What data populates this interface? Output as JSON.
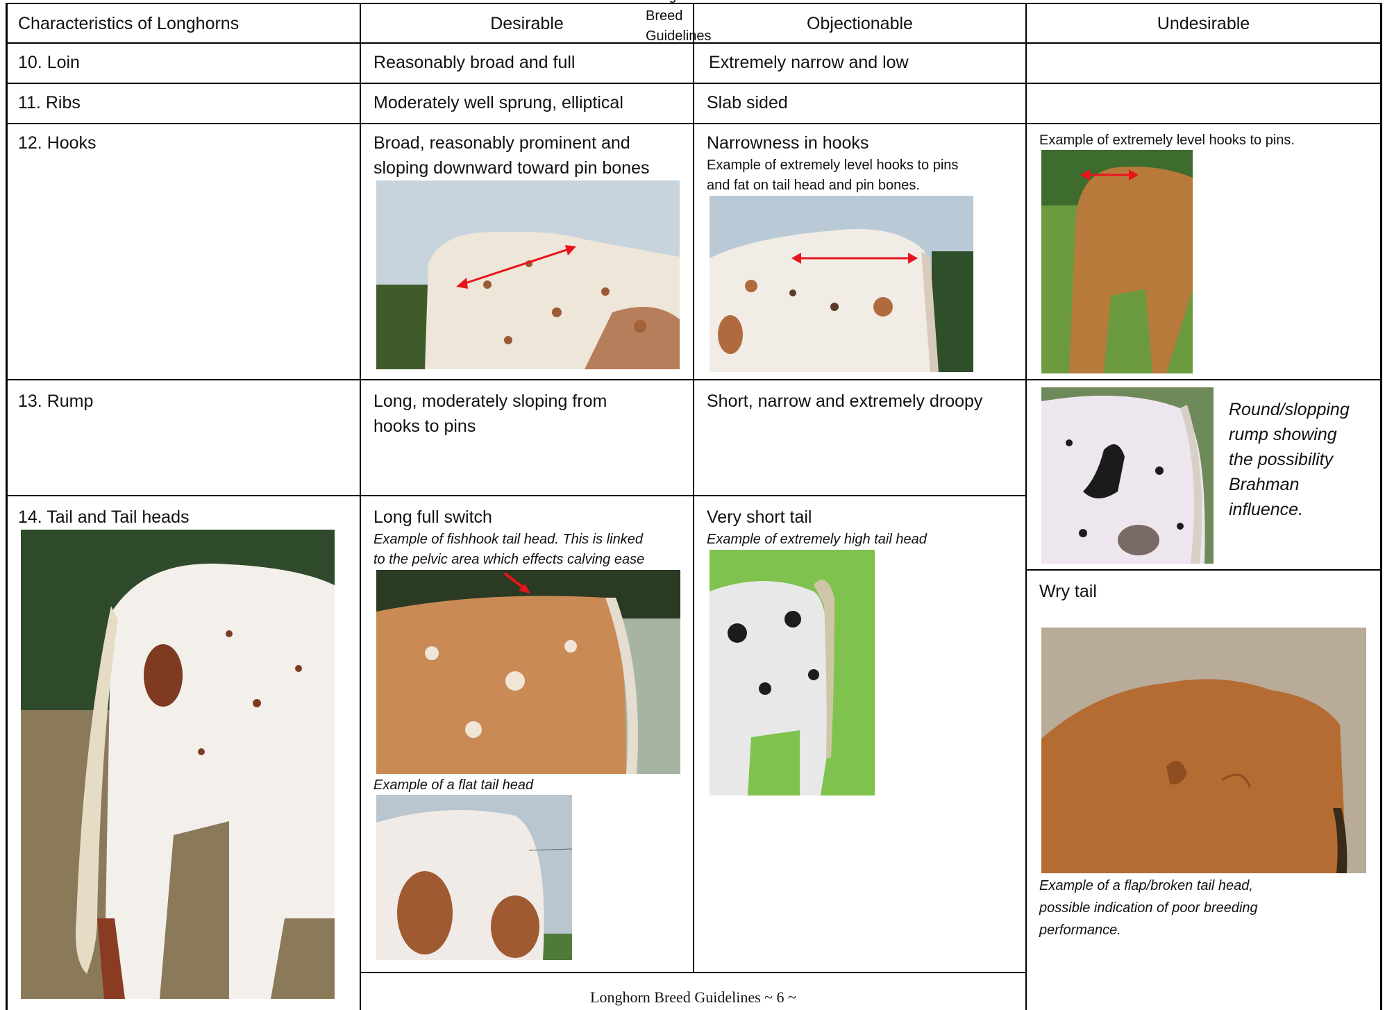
{
  "header": {
    "col1": "Characteristics of Longhorns",
    "col2": "Desirable",
    "col3": "Objectionable",
    "col4": "Undesirable",
    "cut_title": "Longhorn Breed Guidelines"
  },
  "rows": {
    "loin": {
      "label": "10. Loin",
      "desirable": "Reasonably broad and full",
      "objectionable": "Extremely narrow and low"
    },
    "ribs": {
      "label": "11. Ribs",
      "desirable": "Moderately well sprung, elliptical",
      "objectionable": "Slab sided"
    },
    "hooks": {
      "label": "12. Hooks",
      "desirable_line1": "Broad, reasonably prominent and",
      "desirable_line2": "sloping downward toward pin bones",
      "objectionable": "Narrowness in hooks",
      "objectionable_caption_line1": "Example of extremely level hooks to pins",
      "objectionable_caption_line2": "and fat on tail head and pin bones.",
      "undesirable_caption": "Example of extremely level hooks to pins."
    },
    "rump": {
      "label": "13. Rump",
      "desirable_line1": "Long, moderately sloping from",
      "desirable_line2": "hooks to pins",
      "objectionable": "Short, narrow and extremely droopy",
      "undesirable_caption_lines": [
        "Round/slopping",
        "rump showing",
        "the possibility",
        "Brahman",
        "influence."
      ]
    },
    "tail": {
      "label": "14. Tail and Tail heads",
      "desirable": "Long full switch",
      "desirable_caption_line1": "Example of fishhook tail head. This is linked",
      "desirable_caption_line2": "to the pelvic area which effects calving ease",
      "desirable_caption2": "Example of a flat tail head",
      "objectionable": "Very short tail",
      "objectionable_caption": "Example of extremely high tail head",
      "undesirable": "Wry tail",
      "undesirable_caption_line1": "Example of a flap/broken tail head,",
      "undesirable_caption_line2": "possible indication of poor breeding",
      "undesirable_caption_line3": "performance."
    }
  },
  "footer": {
    "text": "Longhorn Breed Guidelines ~ 6 ~"
  },
  "colors": {
    "arrow": "#e8141c",
    "border": "#000000"
  }
}
